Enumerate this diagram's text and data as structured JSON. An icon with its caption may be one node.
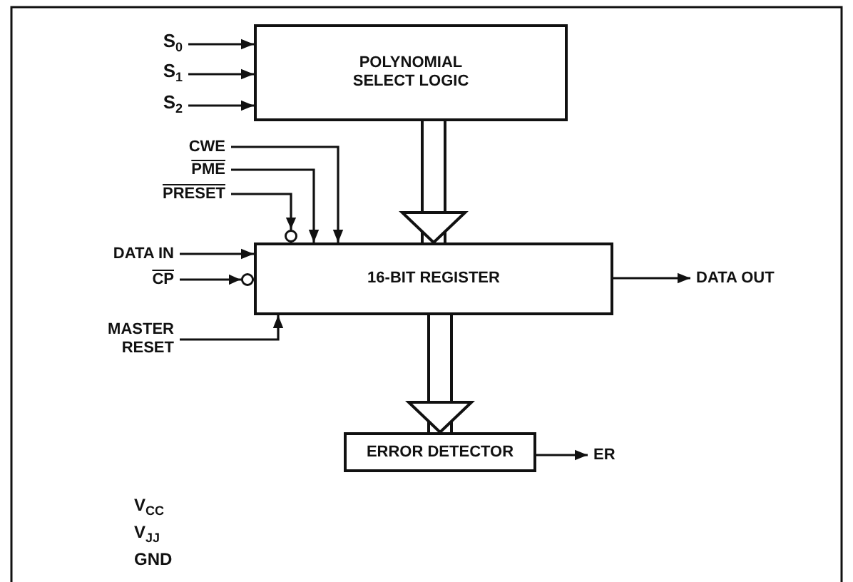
{
  "diagram": {
    "nodes": [
      {
        "text": [
          "S$_{0}$"
        ]
      },
      {
        "text": [
          "S$_{1}$"
        ]
      },
      {
        "text": [
          "S$_{2}$"
        ]
      },
      {
        "text": [
          "POLYNOMIAL SELECT LOGIC"
        ]
      },
      {
        "text": [
          "CWE"
        ]
      },
      {
        "text": [
          "PME"
        ]
      },
      {
        "text": [
          "PRESET"
        ]
      },
      {
        "text": [
          "DATA IN"
        ]
      },
      {
        "text": [
          "CP"
        ]
      },
      {
        "text": [
          "MASTER RESET"
        ]
      },
      {
        "text": [
          "16-BIT REGISTER"
        ]
      },
      {
        "text": [
          "DATA OUT"
        ]
      },
      {
        "text": [
          "ERROR DETECTOR"
        ]
      },
      {
        "text": [
          "ER"
        ]
      }
    ],
    "edges": [
      {
        "from": 0,
        "to": 3,
        "arrow": "to"
      },
      {
        "from": 1,
        "to": 3,
        "arrow": "to"
      },
      {
        "from": 2,
        "to": 3,
        "arrow": "to"
      },
      {
        "from": 3,
        "to": 10,
        "arrow": "to",
        "style": "thick"
      },
      {
        "from": 4,
        "to": 10,
        "arrow": "to"
      },
      {
        "from": 5,
        "to": 10,
        "arrow": "to"
      },
      {
        "from": 6,
        "to": 10,
        "arrow": "to"
      },
      {
        "from": 7,
        "to": 10,
        "arrow": "to"
      },
      {
        "from": 8,
        "to": 10,
        "arrow": "to"
      },
      {
        "from": 9,
        "to": 10,
        "arrow": "to"
      },
      {
        "from": 10,
        "to": 11,
        "arrow": "to"
      },
      {
        "from": 10,
        "to": 12,
        "arrow": "to",
        "style": "thick"
      },
      {
        "from": 12,
        "to": 13,
        "arrow": "to"
      }
    ],
    "labels": [
      "V$_{CC}$",
      "V$_{JJ}$",
      "GND"
    ]
  }
}
